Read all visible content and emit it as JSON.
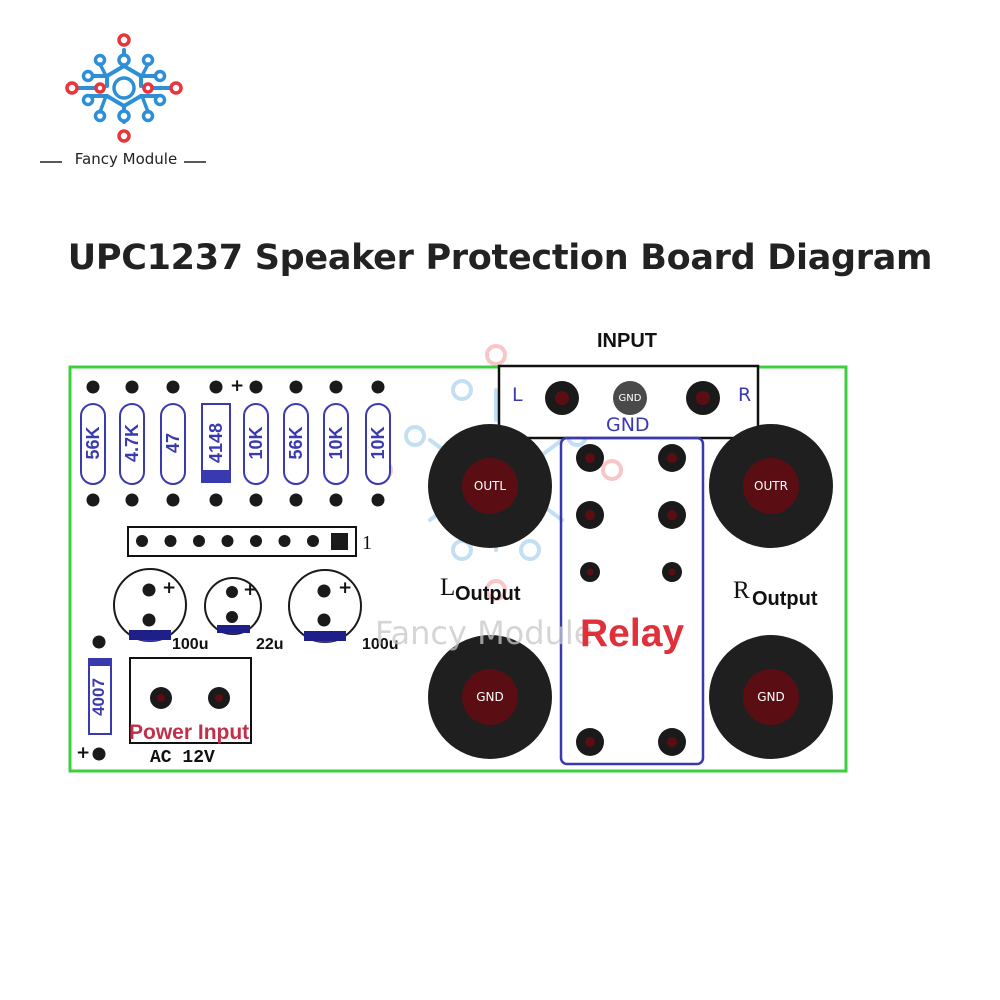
{
  "brand": {
    "name": "Fancy Module"
  },
  "title": "UPC1237 Speaker Protection Board Diagram",
  "input": {
    "title": "INPUT",
    "left": "L",
    "right": "R",
    "center": "GND",
    "ground": "GND"
  },
  "resistors": [
    "56K",
    "4.7K",
    "47",
    "4148",
    "10K",
    "56K",
    "10K",
    "10K"
  ],
  "header_pin1": "1",
  "capacitors": {
    "left": "100u",
    "middle": "22u",
    "right": "100u"
  },
  "diode": "4007",
  "power": {
    "label": "Power Input",
    "spec": "AC 12V"
  },
  "outputs": {
    "left_letter": "L",
    "left_word": "Output",
    "right_letter": "R",
    "right_word": "Output",
    "outl": "OUTL",
    "outr": "OUTR",
    "gnd_left": "GND",
    "gnd_right": "GND"
  },
  "relay": "Relay",
  "watermark": "Fancy Module",
  "colors": {
    "board_outline": "#3ecf3e",
    "pad": "#1a1a1a",
    "pad_hole": "#5a0e14",
    "relay_border": "#3a3ab0",
    "logo_blue": "#2d8fd5",
    "logo_red": "#e8343c"
  }
}
